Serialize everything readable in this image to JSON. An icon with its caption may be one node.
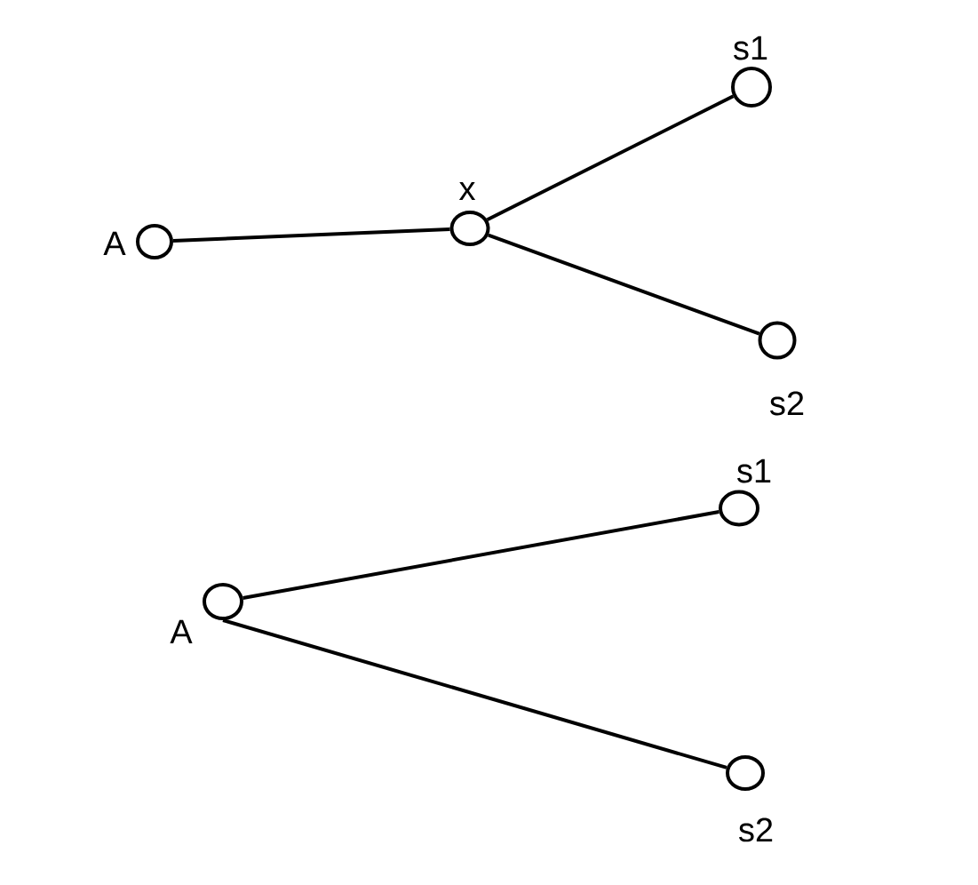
{
  "diagram": {
    "nodes": [
      {
        "text": [],
        "shape": "circle",
        "beside": [
          "A"
        ]
      },
      {
        "text": [],
        "shape": "circle",
        "beside": [
          "x"
        ]
      },
      {
        "text": [],
        "shape": "circle",
        "beside": [
          "s1"
        ]
      },
      {
        "text": [],
        "shape": "circle",
        "beside": [
          "s2"
        ]
      },
      {
        "text": [],
        "shape": "circle",
        "beside": [
          "A"
        ]
      },
      {
        "text": [],
        "shape": "circle",
        "beside": [
          "s1"
        ]
      },
      {
        "text": [],
        "shape": "circle",
        "beside": [
          "s2"
        ]
      }
    ],
    "edges": [
      {
        "from": 0,
        "to": 1,
        "arrow": "none"
      },
      {
        "from": 1,
        "to": 2,
        "arrow": "none"
      },
      {
        "from": 1,
        "to": 3,
        "arrow": "none"
      },
      {
        "from": 4,
        "to": 5,
        "arrow": "none"
      },
      {
        "from": 4,
        "to": 6,
        "arrow": "none"
      }
    ]
  }
}
